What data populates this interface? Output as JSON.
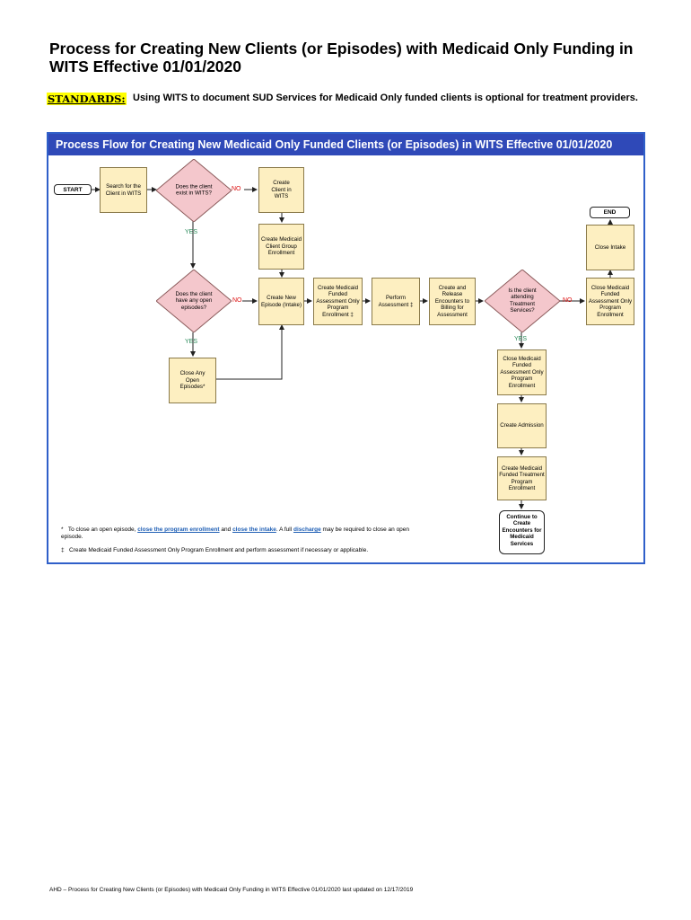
{
  "title": "Process for Creating New Clients (or Episodes) with Medicaid Only Funding in WITS Effective 01/01/2020",
  "standards": {
    "label": "STANDARDS:",
    "text": "Using WITS to document SUD Services for Medicaid Only funded clients is optional for treatment providers."
  },
  "panel_title": "Process Flow for Creating New Medicaid Only Funded Clients (or Episodes) in WITS Effective 01/01/2020",
  "nodes": {
    "start": "START",
    "search": "Search for the Client in WITS",
    "exists": "Does the client exist in WITS?",
    "create_client": "Create Client in WITS",
    "group_enroll": "Create Medicaid Client Group Enrollment",
    "open_episodes": "Does the client have any open episodes?",
    "close_open": "Close Any Open Episodes*",
    "new_episode": "Create New Episode (Intake)",
    "assess_enroll": "Create Medicaid Funded Assessment Only Program Enrollment ‡",
    "perform": "Perform Assessment ‡",
    "release": "Create and Release Encounters to Billing for Assessment",
    "attending": "Is the client attending Treatment Services?",
    "close_assess_no": "Close Medicaid Funded Assessment Only Program Enrollment",
    "close_intake": "Close Intake",
    "end": "END",
    "close_assess_yes": "Close Medicaid Funded Assessment Only Program Enrollment",
    "admission": "Create Admission",
    "treatment_enroll": "Create Medicaid Funded Treatment Program Enrollment",
    "continue": "Continue to Create Encounters for Medicaid Services"
  },
  "labels": {
    "no": "NO",
    "yes": "YES"
  },
  "footnotes": {
    "star_mark": "*",
    "star_pre": "To close an open episode,",
    "star_link1": "close the program enrollment",
    "star_mid": "and",
    "star_link2": "close the intake",
    "star_mid2": ". A full",
    "star_link3": "discharge",
    "star_post": "may be required to close an open episode.",
    "dagger_mark": "‡",
    "dagger_text": "Create Medicaid Funded Assessment Only Program Enrollment and perform assessment if necessary or applicable."
  },
  "footer": "AHD – Process for Creating New Clients (or Episodes) with Medicaid Only Funding in WITS Effective 01/01/2020    last updated on 12/17/2019",
  "colors": {
    "box_fill": "#fdefc1",
    "diamond_fill": "#f4c7cc",
    "panel_header": "#2f49b8",
    "no_label": "#d11111",
    "yes_label": "#2a8a5a",
    "link": "#1f5fb5"
  }
}
